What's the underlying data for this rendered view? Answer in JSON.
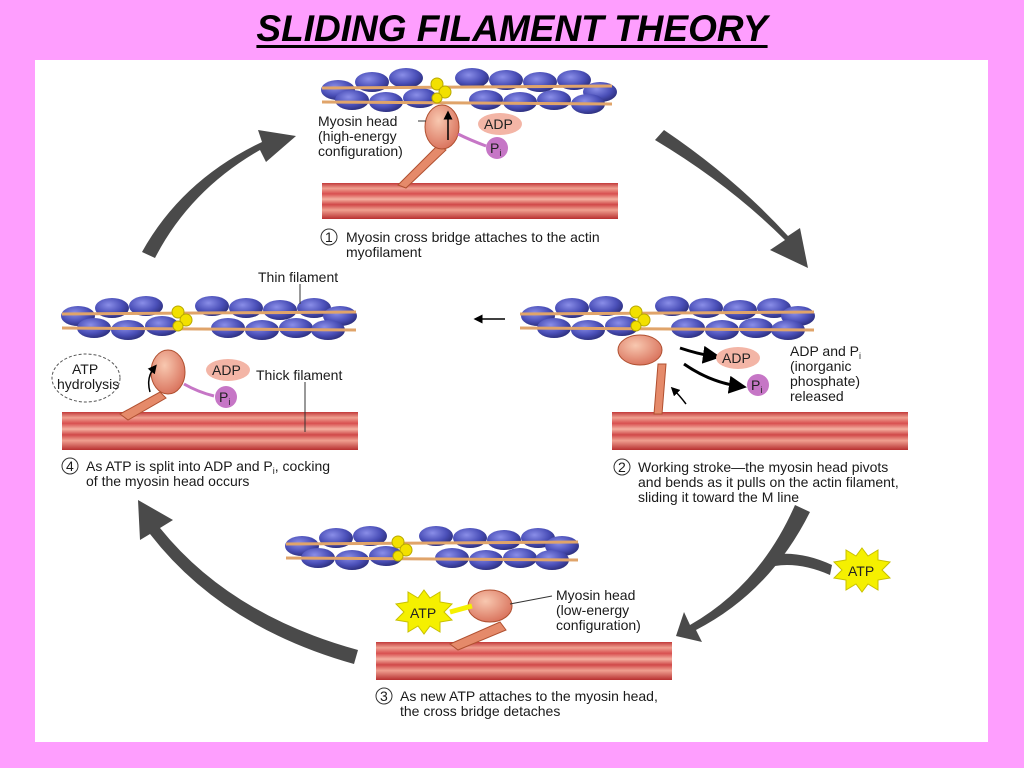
{
  "title": "SLIDING FILAMENT THEORY",
  "colors": {
    "background": "#fe9efe",
    "panel": "#ffffff",
    "actin_bead": "#4a4fb8",
    "tropomyosin": "#e0a46a",
    "troponin": "#f2e000",
    "myosin_head": "#e58a6a",
    "thick_filament": "#d84a4a",
    "adp_badge": "#f3b5a6",
    "pi_badge": "#c676c6",
    "atp_burst": "#f5f000",
    "cycle_arrow": "#4a4a4a"
  },
  "steps": {
    "step1": {
      "number": "1",
      "line1": "Myosin cross bridge attaches to the actin",
      "line2": "myofilament",
      "myosin_label_1": "Myosin head",
      "myosin_label_2": "(high-energy",
      "myosin_label_3": "configuration)",
      "adp": "ADP",
      "pi": "P",
      "pi_sub": "i"
    },
    "step2": {
      "number": "2",
      "line1": "Working stroke—the myosin head pivots",
      "line2": "and bends as it pulls on the actin filament,",
      "line3": "sliding it toward the M line",
      "adp": "ADP",
      "pi": "P",
      "pi_sub": "i",
      "released_1": "ADP and P",
      "released_1_sub": "i",
      "released_2": "(inorganic",
      "released_3": "phosphate)",
      "released_4": "released"
    },
    "step3": {
      "number": "3",
      "line1": "As new ATP attaches to the myosin head,",
      "line2": "the cross bridge detaches",
      "myosin_label_1": "Myosin head",
      "myosin_label_2": "(low-energy",
      "myosin_label_3": "configuration)",
      "atp": "ATP"
    },
    "step4": {
      "number": "4",
      "line1_a": "As ATP is split into ADP and P",
      "line1_sub": "i",
      "line1_b": ", cocking",
      "line2": "of the myosin head occurs",
      "hydrolysis_1": "ATP",
      "hydrolysis_2": "hydrolysis",
      "adp": "ADP",
      "pi": "P",
      "pi_sub": "i",
      "thin_label": "Thin filament",
      "thick_label": "Thick filament"
    },
    "incoming_atp": "ATP"
  }
}
